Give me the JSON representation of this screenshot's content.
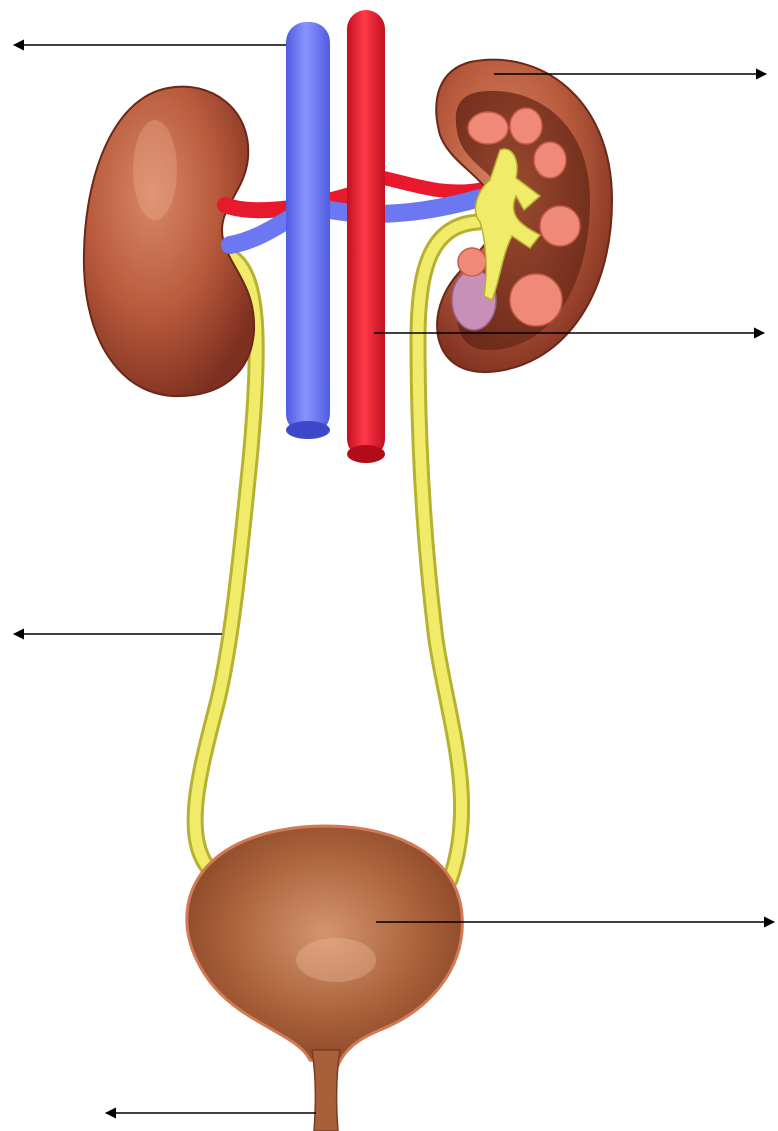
{
  "diagram": {
    "subject": "urinary-system",
    "labels": [],
    "pointers": [
      {
        "id": "vena-cava",
        "direction": "left"
      },
      {
        "id": "kidney-cortex",
        "direction": "right"
      },
      {
        "id": "aorta",
        "direction": "right"
      },
      {
        "id": "ureter",
        "direction": "left"
      },
      {
        "id": "bladder",
        "direction": "right"
      },
      {
        "id": "urethra",
        "direction": "left"
      }
    ],
    "colors": {
      "kidney": "#b85a3c",
      "kidney_dark": "#7e3020",
      "kidney_inner": "#f0a088",
      "vein": "#6b78f2",
      "artery": "#e8192c",
      "ureter": "#f0ec6a",
      "ureter_edge": "#b8b030",
      "bladder": "#a9603a",
      "bladder_dark": "#7a3c1e",
      "arrow": "#000000"
    }
  }
}
